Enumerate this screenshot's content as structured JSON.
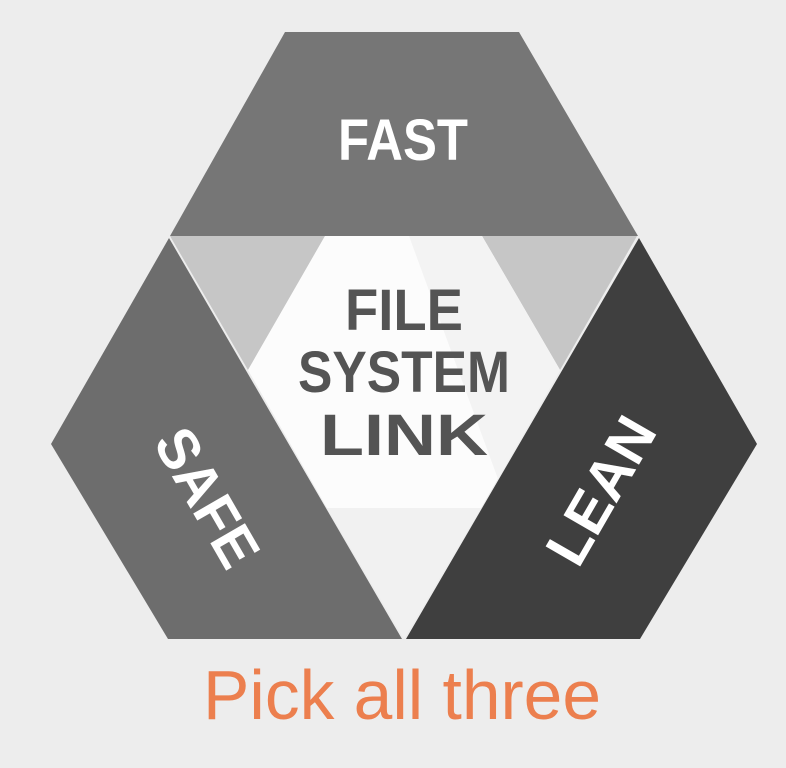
{
  "background_color": "#ededed",
  "hexagon": {
    "top_segment": {
      "label": "FAST",
      "color": "#767676"
    },
    "left_segment": {
      "label": "SAFE",
      "color": "#6d6d6d"
    },
    "right_segment": {
      "label": "LEAN",
      "color": "#3f3f3f"
    },
    "label_text_color": "#ffffff",
    "inner_triangle_color": "#c6c6c6",
    "notch_color": "#f1f1f1",
    "center": {
      "lines": [
        "FILE",
        "SYSTEM",
        "LINK"
      ],
      "fill": "#fcfcfc",
      "shade_fill": "#f3f3f3",
      "text_color": "#545454"
    }
  },
  "caption": {
    "text": "Pick all three",
    "color": "#ec7f4e"
  }
}
